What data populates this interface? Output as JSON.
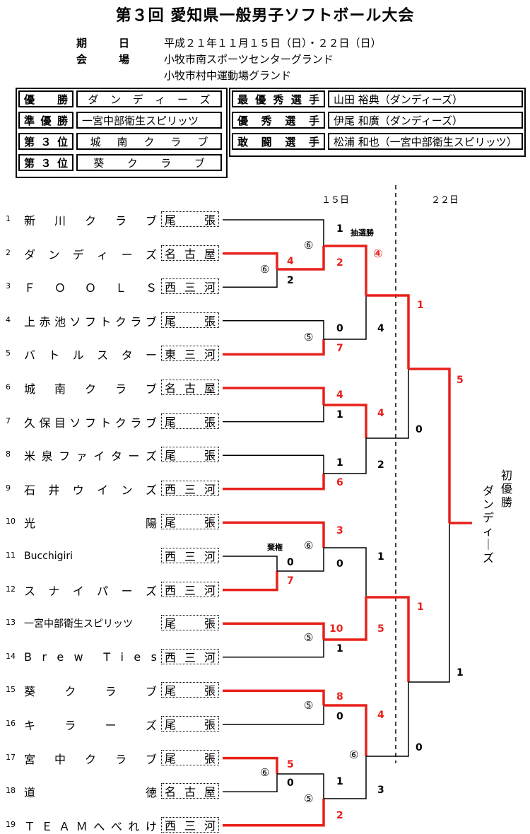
{
  "title": "第３回 愛知県一般男子ソフトボール大会",
  "info": {
    "date_label": "期　　　日",
    "date_value": "平成２１年１１月１５日（日）・２２日（日）",
    "venue_label": "会　　　場",
    "venue_value1": "小牧市南スポーツセンターグランド",
    "venue_value2": "小牧市村中運動場グランド"
  },
  "results": [
    {
      "label": "優　勝",
      "value": "ダンディーズ"
    },
    {
      "label": "準優勝",
      "value": "一宮中部衛生スピリッツ"
    },
    {
      "label": "第３位",
      "value": "城南クラブ"
    },
    {
      "label": "第３位",
      "value": "葵クラブ"
    }
  ],
  "players": [
    {
      "label": "最優秀選手",
      "value": "山田 裕典（ダンディーズ）"
    },
    {
      "label": "優 秀 選 手",
      "value": "伊尾 和廣（ダンディーズ）"
    },
    {
      "label": "敢 闘 選 手",
      "value": "松浦 和也（一宮中部衛生スピリッツ）"
    }
  ],
  "day_labels": {
    "day1": "１５日",
    "day2": "２２日"
  },
  "champion": {
    "label": "初優勝",
    "name": "ダンディーズ"
  },
  "notes": {
    "lottery": "抽選勝",
    "forfeit": "棄権"
  },
  "teams": [
    {
      "num": "1",
      "name": "新川クラブ",
      "region": "尾張"
    },
    {
      "num": "2",
      "name": "ダンディーズ",
      "region": "名古屋"
    },
    {
      "num": "3",
      "name": "ＦＯＯＬＳ",
      "region": "西三河"
    },
    {
      "num": "4",
      "name": "上赤池ソフトクラブ",
      "region": "尾張"
    },
    {
      "num": "5",
      "name": "バトルスター",
      "region": "東三河"
    },
    {
      "num": "6",
      "name": "城南クラブ",
      "region": "名古屋"
    },
    {
      "num": "7",
      "name": "久保目ソフトクラブ",
      "region": "尾張"
    },
    {
      "num": "8",
      "name": "米泉ファイターズ",
      "region": "尾張"
    },
    {
      "num": "9",
      "name": "石井ウインズ",
      "region": "西三河"
    },
    {
      "num": "10",
      "name": "光陽",
      "region": "尾張"
    },
    {
      "num": "11",
      "name": "Bucchigiri",
      "region": "西三河"
    },
    {
      "num": "12",
      "name": "スナイパーズ",
      "region": "西三河"
    },
    {
      "num": "13",
      "name": "一宮中部衛生スピリッツ",
      "region": "尾張"
    },
    {
      "num": "14",
      "name": "Brew Ties",
      "region": "西三河"
    },
    {
      "num": "15",
      "name": "葵クラブ",
      "region": "尾張"
    },
    {
      "num": "16",
      "name": "キラーズ",
      "region": "尾張"
    },
    {
      "num": "17",
      "name": "宮中クラブ",
      "region": "尾張"
    },
    {
      "num": "18",
      "name": "道徳",
      "region": "名古屋"
    },
    {
      "num": "19",
      "name": "ＴＥＡＭへべれけ",
      "region": "西三河"
    }
  ],
  "scores": [
    {
      "id": "s1",
      "text": "1",
      "red": false
    },
    {
      "id": "s2",
      "text": "2",
      "red": true
    },
    {
      "id": "s3",
      "text": "4",
      "red": true
    },
    {
      "id": "s4",
      "text": "2",
      "red": false
    },
    {
      "id": "s5",
      "text": "0",
      "red": false
    },
    {
      "id": "s6",
      "text": "7",
      "red": true
    },
    {
      "id": "s7",
      "text": "4",
      "red": false
    },
    {
      "id": "s8",
      "text": "1",
      "red": true
    },
    {
      "id": "s9",
      "text": "4",
      "red": true
    },
    {
      "id": "s10",
      "text": "1",
      "red": false
    },
    {
      "id": "s11",
      "text": "4",
      "red": true
    },
    {
      "id": "s12",
      "text": "0",
      "red": false
    },
    {
      "id": "s13",
      "text": "5",
      "red": true
    },
    {
      "id": "s14",
      "text": "1",
      "red": false
    },
    {
      "id": "s15",
      "text": "6",
      "red": true
    },
    {
      "id": "s16",
      "text": "2",
      "red": false
    },
    {
      "id": "s17",
      "text": "3",
      "red": true
    },
    {
      "id": "s18",
      "text": "0",
      "red": false
    },
    {
      "id": "s19",
      "text": "0",
      "red": false
    },
    {
      "id": "s20",
      "text": "7",
      "red": true
    },
    {
      "id": "s21",
      "text": "1",
      "red": false
    },
    {
      "id": "s22",
      "text": "1",
      "red": true
    },
    {
      "id": "s23",
      "text": "10",
      "red": true
    },
    {
      "id": "s24",
      "text": "1",
      "red": false
    },
    {
      "id": "s25",
      "text": "5",
      "red": true
    },
    {
      "id": "s26",
      "text": "1",
      "red": false
    },
    {
      "id": "s27",
      "text": "8",
      "red": true
    },
    {
      "id": "s28",
      "text": "0",
      "red": false
    },
    {
      "id": "s29",
      "text": "4",
      "red": true
    },
    {
      "id": "s30",
      "text": "0",
      "red": false
    },
    {
      "id": "s31",
      "text": "5",
      "red": true
    },
    {
      "id": "s32",
      "text": "0",
      "red": false
    },
    {
      "id": "s33",
      "text": "1",
      "red": false
    },
    {
      "id": "s34",
      "text": "2",
      "red": true
    },
    {
      "id": "s35",
      "text": "3",
      "red": false
    },
    {
      "id": "s36",
      "text": "④",
      "red": true
    }
  ],
  "innings": [
    {
      "id": "i1",
      "text": "⑥"
    },
    {
      "id": "i2",
      "text": "⑥"
    },
    {
      "id": "i3",
      "text": "⑤"
    },
    {
      "id": "i4",
      "text": "⑥"
    },
    {
      "id": "i5",
      "text": "⑤"
    },
    {
      "id": "i6",
      "text": "⑤"
    },
    {
      "id": "i7",
      "text": "⑥"
    },
    {
      "id": "i8",
      "text": "⑥"
    },
    {
      "id": "i9",
      "text": "⑤"
    }
  ],
  "colors": {
    "win": "#e8201a",
    "line": "#000000"
  }
}
